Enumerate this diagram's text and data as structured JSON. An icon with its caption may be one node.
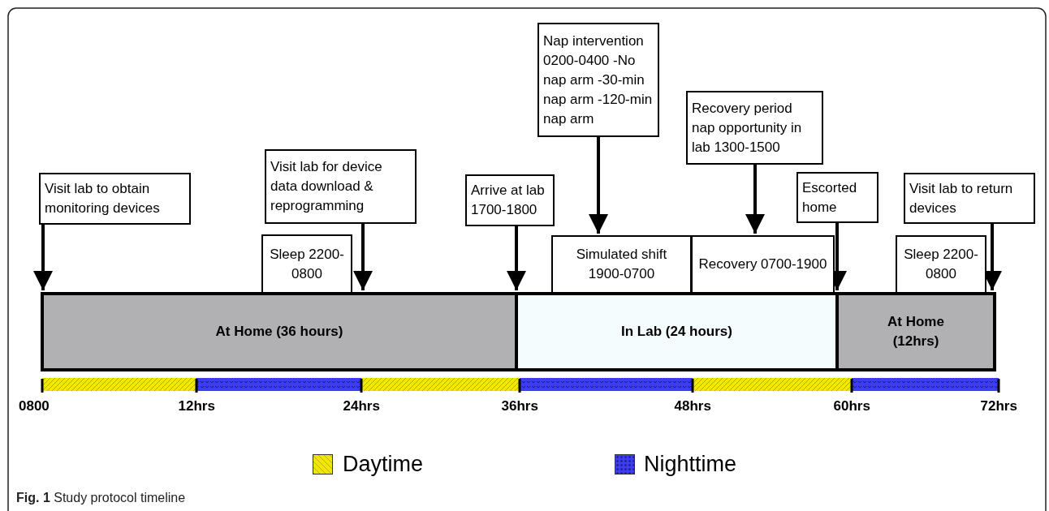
{
  "diagram": {
    "caption": "**Fig. 1** Study protocol timeline",
    "nodes": [
      {
        "text": [
          "Visit lab to obtain monitoring devices"
        ]
      },
      {
        "text": [
          "Visit lab for device data download & reprogramming"
        ]
      },
      {
        "text": [
          "Sleep 2200-0800"
        ]
      },
      {
        "text": [
          "Arrive at lab 1700-1800"
        ]
      },
      {
        "text": [
          "Nap intervention 0200-0400 -No nap arm -30-min nap arm -120-min nap arm"
        ]
      },
      {
        "text": [
          "Simulated shift 1900-0700"
        ]
      },
      {
        "text": [
          "Recovery period nap opportunity in lab 1300-1500"
        ]
      },
      {
        "text": [
          "Recovery 0700-1900"
        ]
      },
      {
        "text": [
          "Escorted home"
        ]
      },
      {
        "text": [
          "Sleep 2200-0800"
        ]
      },
      {
        "text": [
          "Visit lab to return devices"
        ]
      },
      {
        "text": [
          "At Home (36 hours)"
        ]
      },
      {
        "text": [
          "In Lab (24 hours)"
        ]
      },
      {
        "text": [
          "At Home (12hrs)"
        ]
      }
    ],
    "edges": [
      {
        "from": 0,
        "to": 11,
        "arrow": "to"
      },
      {
        "from": 1,
        "to": 11,
        "arrow": "to"
      },
      {
        "from": 3,
        "to": 11,
        "arrow": "to"
      },
      {
        "from": 4,
        "to": 5,
        "arrow": "to"
      },
      {
        "from": 6,
        "to": 7,
        "arrow": "to"
      },
      {
        "from": 8,
        "to": 12,
        "arrow": "to"
      },
      {
        "from": 10,
        "to": 13,
        "arrow": "to"
      }
    ],
    "labels": [
      "0800",
      "12hrs",
      "24hrs",
      "36hrs",
      "48hrs",
      "60hrs",
      "72hrs"
    ],
    "legend": [
      {
        "text": "Daytime",
        "color": "#f0e800"
      },
      {
        "text": "Nighttime",
        "color": "#3c3cf0"
      }
    ]
  }
}
